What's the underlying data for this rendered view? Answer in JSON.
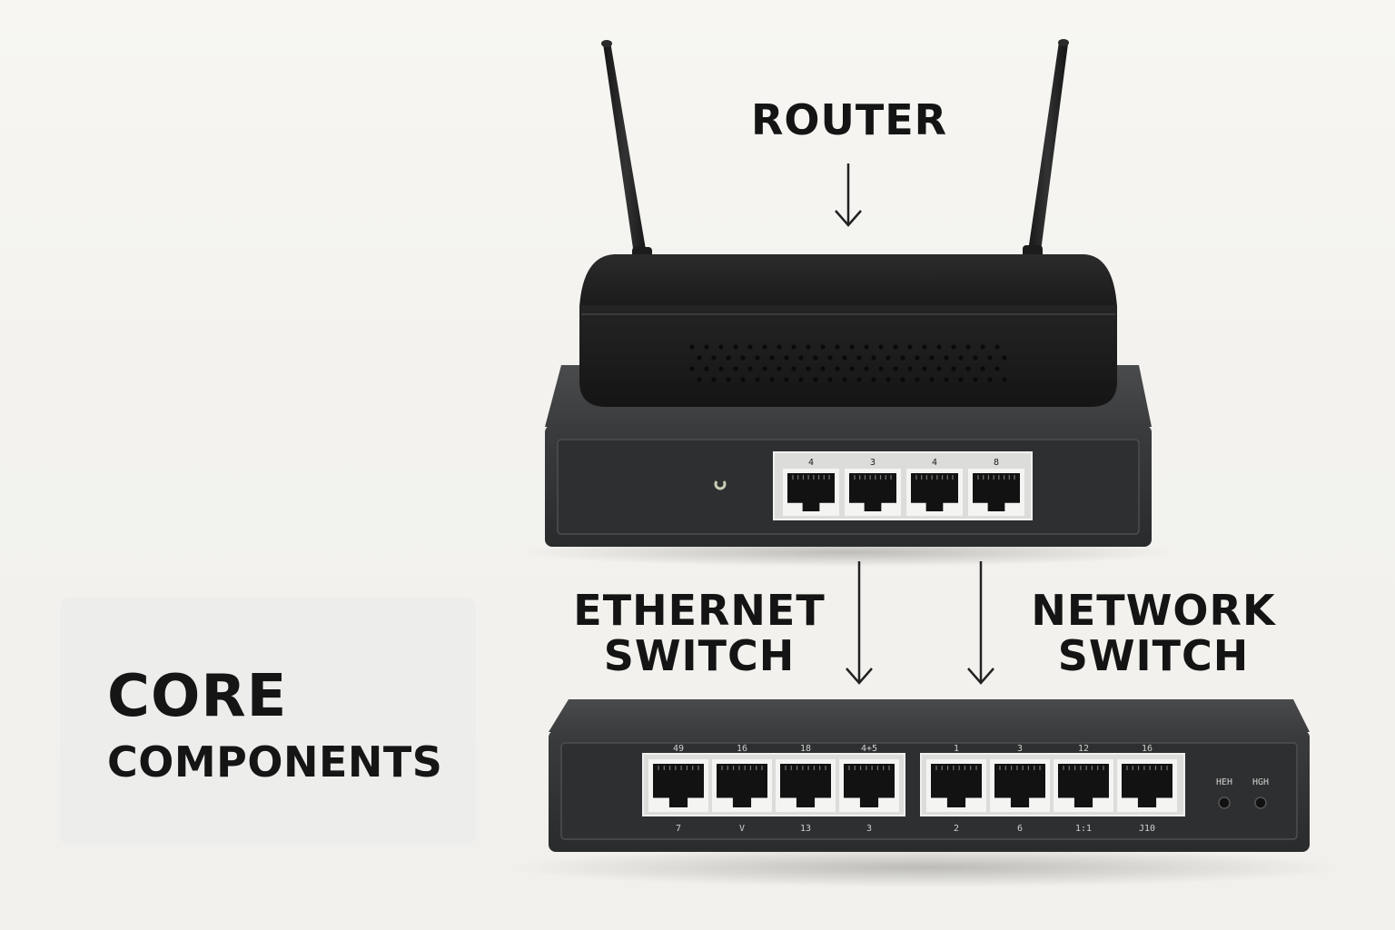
{
  "labels": {
    "router": "ROUTER",
    "ethernet_switch": [
      "ETHERNET",
      "SWITCH"
    ],
    "network_switch": [
      "NETWORK",
      "SWITCH"
    ]
  },
  "card": {
    "title_line1": "CORE",
    "title_line2": "COMPONENTS"
  },
  "router_switch_ports": [
    "4",
    "3",
    "4",
    "8"
  ],
  "large_switch": {
    "left_group_top": [
      "49",
      "16",
      "18",
      "4+5"
    ],
    "left_group_bottom": [
      "7",
      "V",
      "13",
      "3"
    ],
    "right_group_top": [
      "1",
      "3",
      "12",
      "16"
    ],
    "right_group_bottom": [
      "2",
      "6",
      "1:1",
      "J10"
    ],
    "indicators": [
      "HEH",
      "HGH"
    ]
  },
  "colors": {
    "device_dark": "#1f1f1f",
    "switch_body": "#3a3b3c",
    "background": "#f3f2ee"
  }
}
